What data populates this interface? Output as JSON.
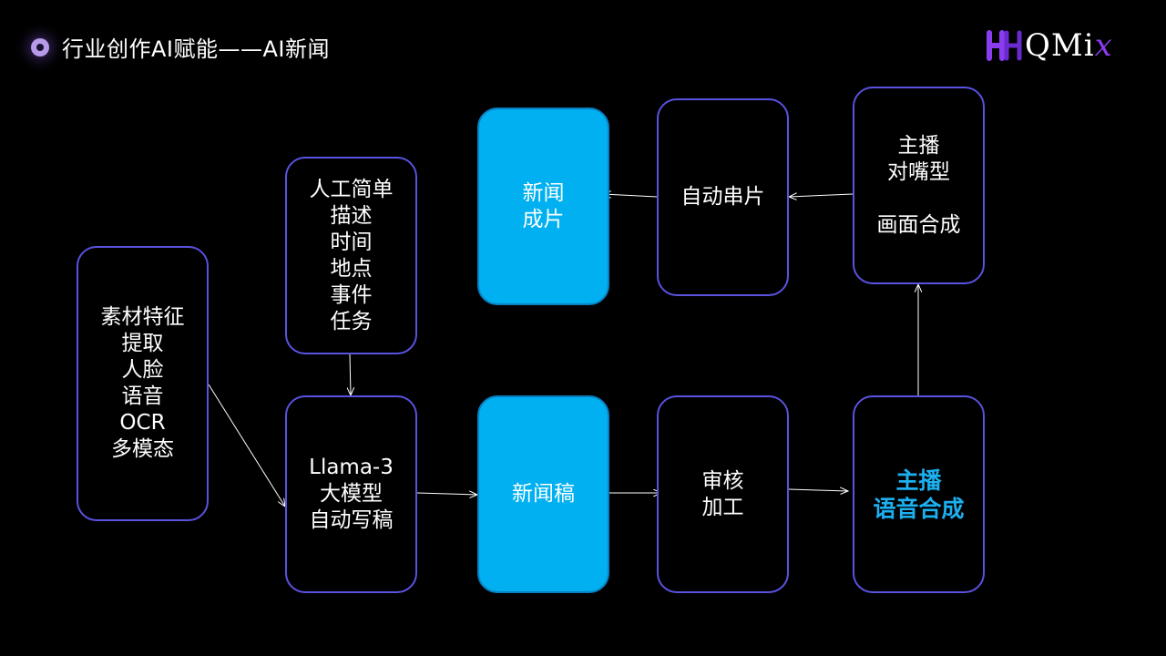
{
  "header": {
    "title": "行业创作AI赋能——AI新闻"
  },
  "logo": {
    "text": "QMi",
    "x_letter": "x"
  },
  "nodes": {
    "material": "素材特征\n提取\n人脸\n语音\nOCR\n多模态",
    "manual_input": "人工简单\n描述\n时间\n地点\n事件\n任务",
    "llama": "Llama-3\n大模型\n自动写稿",
    "news_draft": "新闻稿",
    "review": "审核\n加工",
    "voice_synth": "主播\n语音合成",
    "anchor_video": "主播\n对嘴型\n\n画面合成",
    "auto_edit": "自动串片",
    "final_news": "新闻\n成片"
  },
  "colors": {
    "background": "#000000",
    "box_border": "#5a52e0",
    "box_fill_highlight": "#00b0f0",
    "accent_text": "#1cb0f0",
    "logo_purple": "#8a3cf0"
  }
}
